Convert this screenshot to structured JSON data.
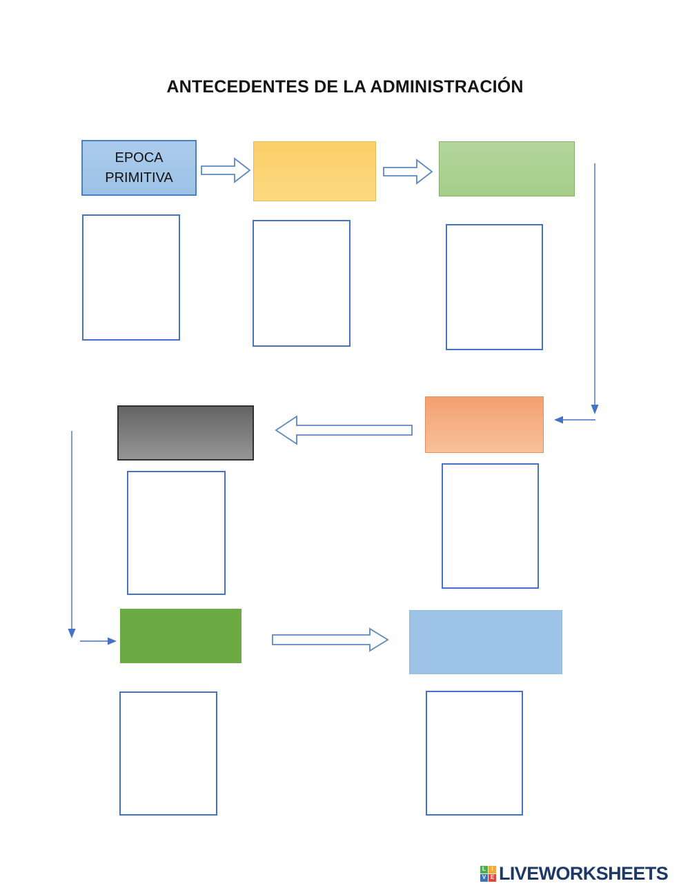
{
  "worksheet": {
    "title": "ANTECEDENTES DE LA ADMINISTRACIÓN"
  },
  "diagram": {
    "start_box": {
      "line1": "EPOCA",
      "line2": "PRIMITIVA"
    },
    "boxes": {
      "primitiva": {
        "fill_top": "#abcbec",
        "fill_bottom": "#9cc2e5",
        "border": "#4d7ebf"
      },
      "yellow": {
        "fill_top": "#fbcf69",
        "fill_bottom": "#fdd97f",
        "border": "#e9b855"
      },
      "green_gradient": {
        "fill_top": "#b3d69d",
        "fill_bottom": "#a5cd88",
        "border": "#85ae69"
      },
      "gray": {
        "fill_top": "#646464",
        "fill_bottom": "#969696",
        "border": "#2f2f2f"
      },
      "orange": {
        "fill_top": "#f3a071",
        "fill_bottom": "#f8c09a",
        "border": "#e58d5c"
      },
      "green_solid": {
        "fill_top": "#6caa44",
        "fill_bottom": "#6caa44",
        "border": "#6caa44"
      },
      "light_blue": {
        "fill_top": "#9dc3e6",
        "fill_bottom": "#9dc3e6",
        "border": "#93b9dc"
      }
    },
    "arrow_color": "#4472c4",
    "block_arrow_stroke": "#5b87c5",
    "empty_box_border": "#4472c4",
    "answer_slots": 7
  },
  "footer": {
    "brand": "LIVEWORKSHEETS",
    "brand_color": "#1d3969",
    "icon": {
      "letters": [
        "L",
        "I",
        "V",
        "E"
      ],
      "colors": [
        "#4caf50",
        "#f2a93b",
        "#3b73b9",
        "#e2453e"
      ]
    }
  }
}
